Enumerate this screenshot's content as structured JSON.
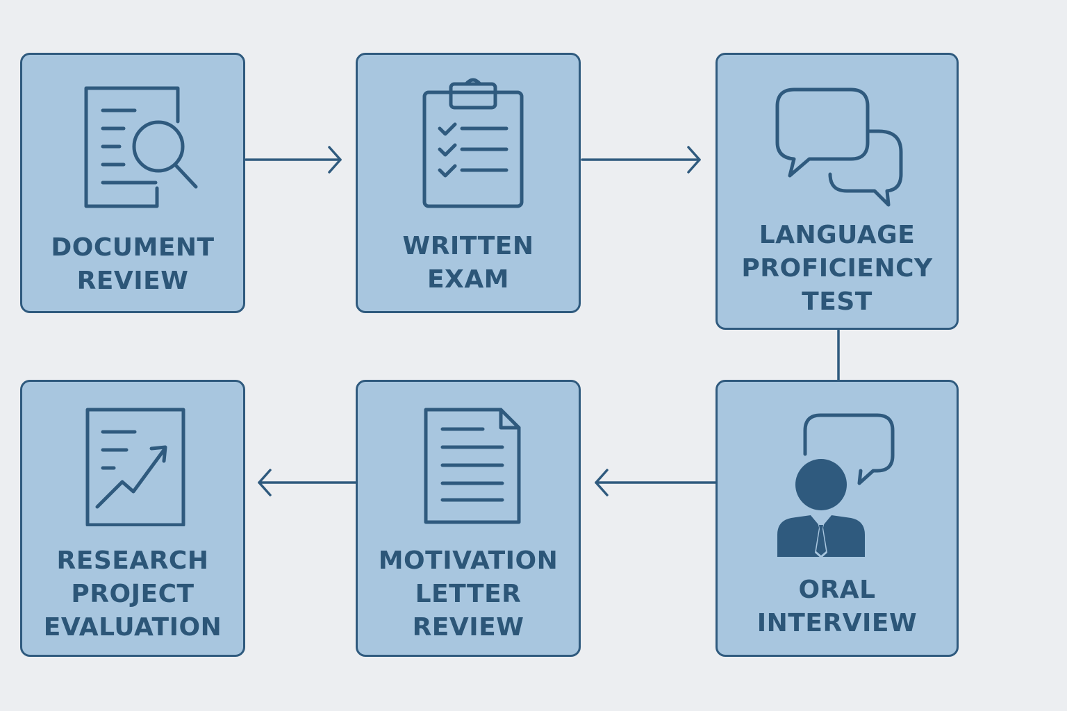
{
  "colors": {
    "background": "#eceef1",
    "box_fill": "#a8c6df",
    "box_border": "#2f5a7e",
    "icon": "#2f5a7e",
    "text": "#2c5678"
  },
  "steps": [
    {
      "icon": "document-search-icon",
      "lines": [
        "DOCUMENT",
        "REVIEW"
      ]
    },
    {
      "icon": "clipboard-checklist-icon",
      "lines": [
        "WRITTEN",
        "EXAM"
      ]
    },
    {
      "icon": "speech-bubbles-icon",
      "lines": [
        "LANGUAGE",
        "PROFICIENCY",
        "TEST"
      ]
    },
    {
      "icon": "interviewer-icon",
      "lines": [
        "ORAL",
        "INTERVIEW"
      ]
    },
    {
      "icon": "letter-document-icon",
      "lines": [
        "MOTIVATION",
        "LETTER",
        "REVIEW"
      ]
    },
    {
      "icon": "research-chart-icon",
      "lines": [
        "RESEARCH",
        "PROJECT",
        "EVALUATION"
      ]
    }
  ],
  "flow": [
    "DOCUMENT REVIEW",
    "WRITTEN EXAM",
    "LANGUAGE PROFICIENCY TEST",
    "ORAL INTERVIEW",
    "MOTIVATION LETTER REVIEW",
    "RESEARCH PROJECT EVALUATION"
  ]
}
